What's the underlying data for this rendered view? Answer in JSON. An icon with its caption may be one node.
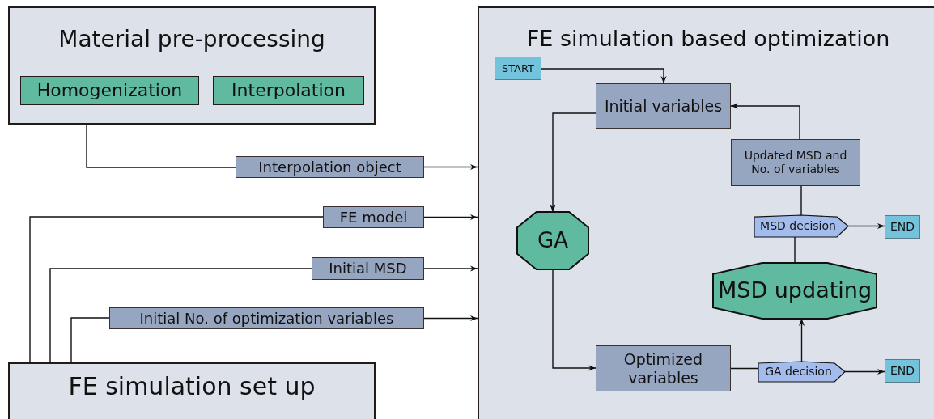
{
  "diagram": {
    "nodes": [
      {
        "text": [
          "Material pre-processing"
        ]
      },
      {
        "text": [
          "Homogenization"
        ],
        "in": 0
      },
      {
        "text": [
          "Interpolation"
        ],
        "in": 0
      },
      {
        "text": [
          "Interpolation object"
        ]
      },
      {
        "text": [
          "FE model"
        ]
      },
      {
        "text": [
          "Initial MSD"
        ]
      },
      {
        "text": [
          "Initial No. of optimization variables"
        ]
      },
      {
        "text": [
          "FE simulation set up"
        ]
      },
      {
        "text": [
          "FE simulation based optimization"
        ]
      },
      {
        "text": [
          "START"
        ],
        "in": 8
      },
      {
        "text": [
          "Initial variables"
        ],
        "in": 8
      },
      {
        "text": [
          "GA"
        ],
        "in": 8
      },
      {
        "text": [
          "Updated MSD and No. of variables"
        ],
        "in": 8
      },
      {
        "text": [
          "MSD decision"
        ],
        "in": 8
      },
      {
        "text": [
          "END"
        ],
        "in": 8
      },
      {
        "text": [
          "MSD updating"
        ],
        "in": 8
      },
      {
        "text": [
          "Optimized variables"
        ],
        "in": 8
      },
      {
        "text": [
          "GA decision"
        ],
        "in": 8
      },
      {
        "text": [
          "END"
        ],
        "in": 8
      }
    ],
    "edges": [
      {
        "from": 0,
        "to": 3,
        "arrow": "none"
      },
      {
        "from": 3,
        "to": 8,
        "arrow": "to"
      },
      {
        "from": 7,
        "to": 4,
        "arrow": "none"
      },
      {
        "from": 4,
        "to": 8,
        "arrow": "to"
      },
      {
        "from": 7,
        "to": 5,
        "arrow": "none"
      },
      {
        "from": 5,
        "to": 8,
        "arrow": "to"
      },
      {
        "from": 7,
        "to": 6,
        "arrow": "none"
      },
      {
        "from": 6,
        "to": 8,
        "arrow": "to"
      },
      {
        "from": 9,
        "to": 10,
        "arrow": "to"
      },
      {
        "from": 10,
        "to": 11,
        "arrow": "to"
      },
      {
        "from": 11,
        "to": 16,
        "arrow": "to"
      },
      {
        "from": 16,
        "to": 17,
        "arrow": "none"
      },
      {
        "from": 17,
        "to": 18,
        "arrow": "to"
      },
      {
        "from": 17,
        "to": 15,
        "arrow": "to"
      },
      {
        "from": 15,
        "to": 13,
        "arrow": "none"
      },
      {
        "from": 13,
        "to": 14,
        "arrow": "to"
      },
      {
        "from": 13,
        "to": 12,
        "arrow": "none"
      },
      {
        "from": 12,
        "to": 10,
        "arrow": "to"
      }
    ]
  }
}
